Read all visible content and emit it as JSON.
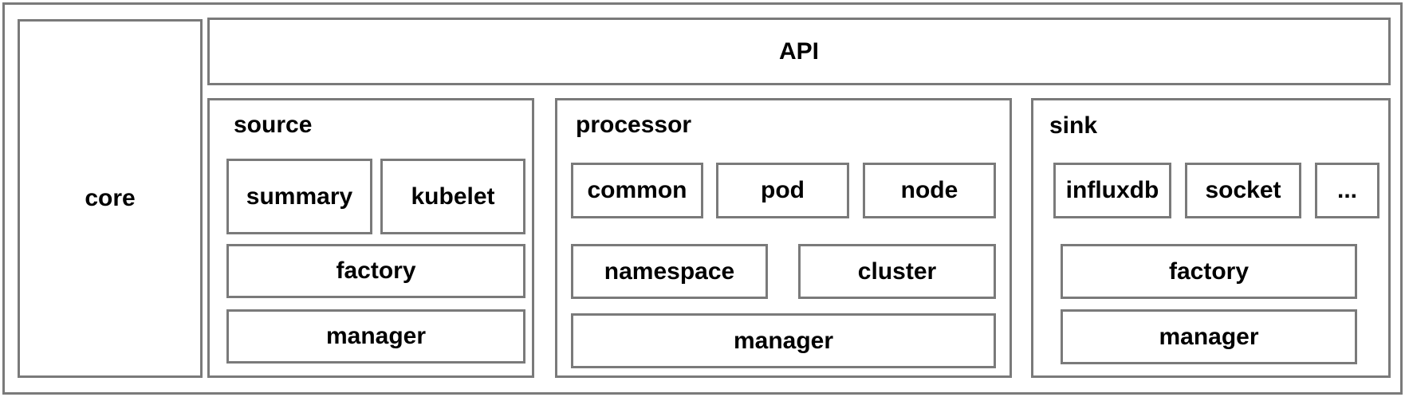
{
  "diagram": {
    "api": "API",
    "core": "core",
    "source": {
      "title": "source",
      "summary": "summary",
      "kubelet": "kubelet",
      "factory": "factory",
      "manager": "manager"
    },
    "processor": {
      "title": "processor",
      "common": "common",
      "pod": "pod",
      "node": "node",
      "namespace": "namespace",
      "cluster": "cluster",
      "manager": "manager"
    },
    "sink": {
      "title": "sink",
      "influxdb": "influxdb",
      "socket": "socket",
      "more": "...",
      "factory": "factory",
      "manager": "manager"
    }
  }
}
